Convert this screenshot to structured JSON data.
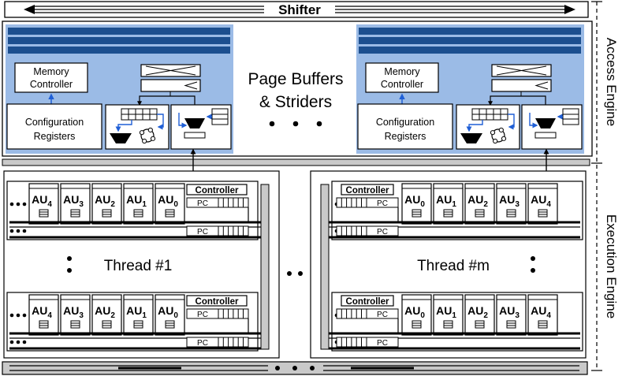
{
  "shifter_label": "Shifter",
  "access_engine_label": "Access Engine",
  "execution_engine_label": "Execution Engine",
  "page_buffers_line1": "Page Buffers",
  "page_buffers_line2": "& Striders",
  "access_unit": {
    "memory_controller_line1": "Memory",
    "memory_controller_line2": "Controller",
    "config_registers_line1": "Configuration",
    "config_registers_line2": "Registers"
  },
  "thread_left_label": "Thread #1",
  "thread_right_label": "Thread #m",
  "controller_label": "Controller",
  "pc_label": "PC",
  "au_prefix": "AU",
  "au_left_indices": [
    "4",
    "3",
    "2",
    "1",
    "0"
  ],
  "au_right_indices": [
    "0",
    "1",
    "2",
    "3",
    "4"
  ],
  "ellipsis": "• • •",
  "colors": {
    "access_bg": "#9bbbe6",
    "buffer_stripe": "#1c4f8f",
    "bus_gray": "#c9c9c9",
    "arrow_blue": "#1f5fd6"
  }
}
